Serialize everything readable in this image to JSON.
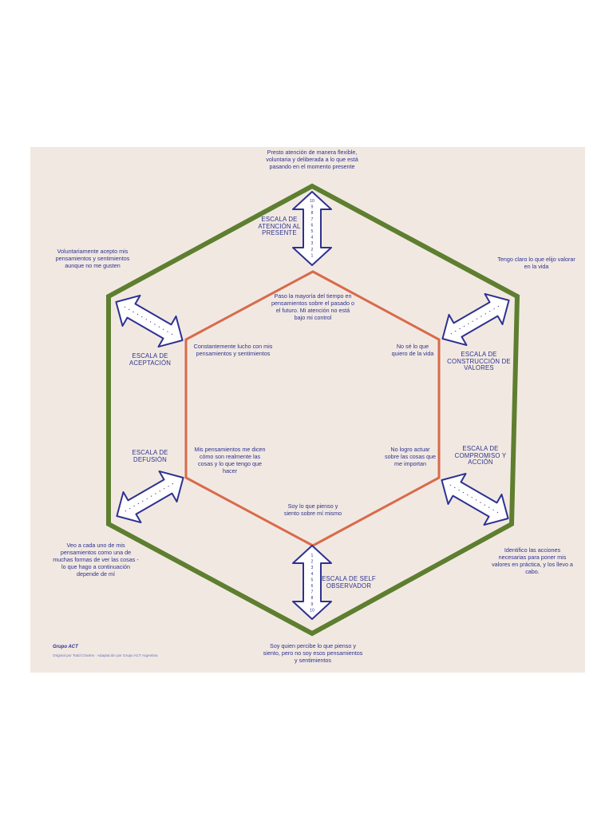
{
  "outer_top": "Presto atención de manera flexible, voluntaria y deliberada a lo que está pasando en el momento presente",
  "outer_upper_left": "Voluntariamente acepto mis pensamientos y sentimientos aunque no me gusten",
  "outer_upper_right": "Tengo claro lo que elijo valorar en la vida",
  "outer_lower_left": "Veo a cada uno de mis pensamientos como una de muchas formas de ver las cosas -lo que hago a continuación depende de mí",
  "outer_lower_right": "Identifico las acciones necesarias para poner mis valores en práctica, y los llevo a cabo.",
  "outer_bottom": "Soy quien percibe lo que pienso y siento, pero no soy esos pensamientos y sentimientos",
  "inner_top": "Paso la mayoría del tiempo en pensamientos sobre el pasado o el futuro. Mi atención no está bajo mi control",
  "inner_upper_left": "Constantemente lucho con mis pensamientos y sentimientos",
  "inner_upper_right": "No sé lo que quiero de la vida",
  "inner_lower_left": "Mis pensamientos me dicen cómo son realmente las cosas y lo que tengo que hacer",
  "inner_lower_right": "No logro actuar sobre las cosas que me importan",
  "inner_bottom": "Soy lo que pienso y siento sobre mí mismo",
  "scales": {
    "top": "ESCALA DE ATENCIÓN AL PRESENTE",
    "upper_left": "ESCALA DE ACEPTACIÓN",
    "upper_right": "ESCALA DE CONSTRUCCIÓN DE VALORES",
    "lower_left": "ESCALA DE DEFUSIÓN",
    "lower_right": "ESCALA DE COMPROMISO Y ACCIÓN",
    "bottom": "ESCALA DE SELF OBSERVADOR"
  },
  "top_scale_numbers": [
    "10",
    "9",
    "8",
    "7",
    "6",
    "5",
    "4",
    "3",
    "2",
    "1"
  ],
  "bottom_scale_numbers": [
    "1",
    "2",
    "3",
    "4",
    "5",
    "6",
    "7",
    "8",
    "9",
    "10"
  ],
  "logo": "Grupo ACT",
  "credit": "Original por Todd Charles · Adaptación por Grupo ACT Argentina",
  "colors": {
    "background_panel": "#f1e9e1",
    "outer_hexagon": "#5e7e30",
    "inner_hexagon": "#d96a4b",
    "arrows_and_text": "#2e3192"
  }
}
